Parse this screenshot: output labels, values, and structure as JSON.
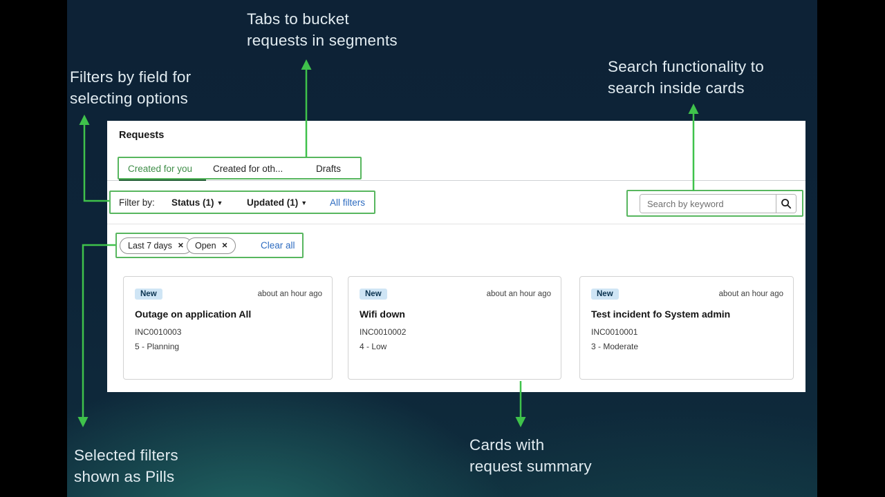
{
  "annotations": {
    "tabs": "Tabs to bucket\nrequests in segments",
    "filters": "Filters by field for\nselecting options",
    "search": "Search functionality to\nsearch inside cards",
    "pills": "Selected filters\nshown as Pills",
    "cards": "Cards with\nrequest summary"
  },
  "panel": {
    "title": "Requests",
    "tabs": [
      {
        "label": "Created for you",
        "active": true
      },
      {
        "label": "Created for oth...",
        "active": false
      },
      {
        "label": "Drafts",
        "active": false
      }
    ],
    "filter_bar": {
      "label": "Filter by:",
      "dropdowns": [
        {
          "label": "Status (1)"
        },
        {
          "label": "Updated (1)"
        }
      ],
      "all_filters": "All filters"
    },
    "search": {
      "placeholder": "Search by keyword"
    },
    "pills": {
      "items": [
        {
          "label": "Last 7 days"
        },
        {
          "label": "Open"
        }
      ],
      "clear_all": "Clear all"
    },
    "cards": [
      {
        "badge": "New",
        "time": "about an hour ago",
        "title": "Outage on application All",
        "number": "INC0010003",
        "priority": "5 - Planning"
      },
      {
        "badge": "New",
        "time": "about an hour ago",
        "title": "Wifi down",
        "number": "INC0010002",
        "priority": "4 - Low"
      },
      {
        "badge": "New",
        "time": "about an hour ago",
        "title": "Test incident fo System admin",
        "number": "INC0010001",
        "priority": "3 - Moderate"
      }
    ]
  },
  "colors": {
    "annotation_box_green": "#57b65e",
    "arrow_green": "#3fc24b",
    "link_blue": "#2e6cc0",
    "active_tab_green": "#3e8d47",
    "tab_underline_green": "#1e5c31",
    "badge_bg": "#cfe5f5",
    "badge_text": "#0a3350",
    "slide_navy": "#0d2236",
    "slide_teal_glow": "#26766e"
  }
}
